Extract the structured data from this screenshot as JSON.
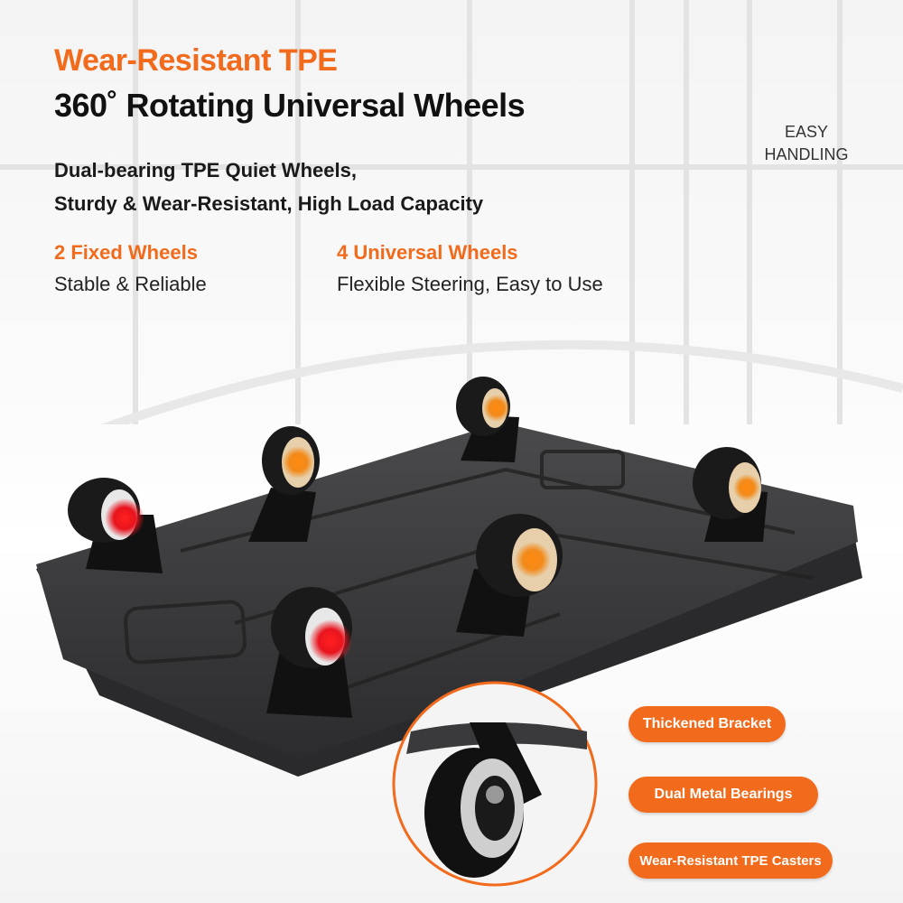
{
  "headline": {
    "line1": "Wear-Resistant TPE",
    "line2": "360˚ Rotating Universal Wheels"
  },
  "description": {
    "line1": "Dual-bearing TPE Quiet Wheels,",
    "line2": "Sturdy & Wear-Resistant, High Load Capacity"
  },
  "features": [
    {
      "title": "2 Fixed Wheels",
      "subtitle": "Stable & Reliable"
    },
    {
      "title": "4 Universal Wheels",
      "subtitle": "Flexible Steering, Easy to Use"
    }
  ],
  "side_label": {
    "line1": "EASY",
    "line2": "HANDLING"
  },
  "callouts": [
    "Thickened Bracket",
    "Dual Metal Bearings",
    "Wear-Resistant TPE Casters"
  ],
  "colors": {
    "accent": "#f26a1b",
    "fixed_wheel_hub": "#e8141e",
    "universal_wheel_hub": "#f28a1a",
    "platform": "#3a3a3c"
  }
}
